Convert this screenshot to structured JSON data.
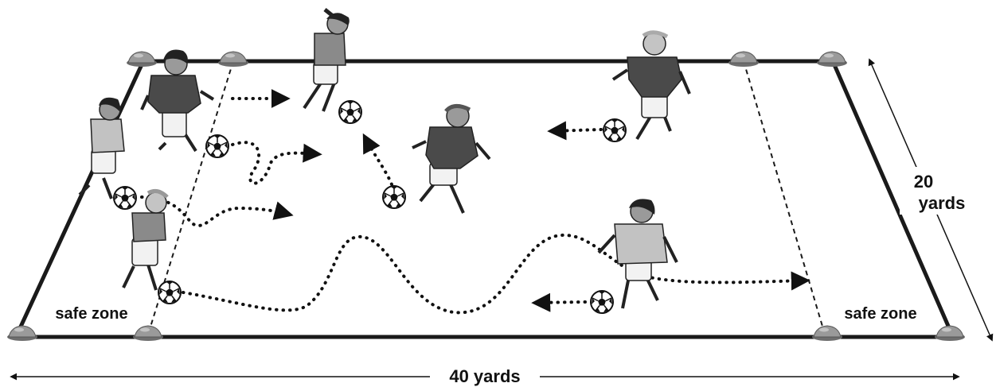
{
  "labels": {
    "safe_zone_left": "safe zone",
    "safe_zone_right": "safe zone",
    "width_value": "20",
    "width_unit": "yards",
    "length": "40 yards"
  },
  "colors": {
    "field_line": "#1a1a1a",
    "cone": "#8c8c8c",
    "shirt_dark": "#4a4a4a",
    "shirt_mid": "#8a8a8a",
    "shirt_light": "#c2c2c2",
    "skin": "#9a9a9a"
  },
  "icons": {
    "player": "soccer-player-icon",
    "ball": "soccer-ball-icon",
    "cone": "cone-icon"
  }
}
